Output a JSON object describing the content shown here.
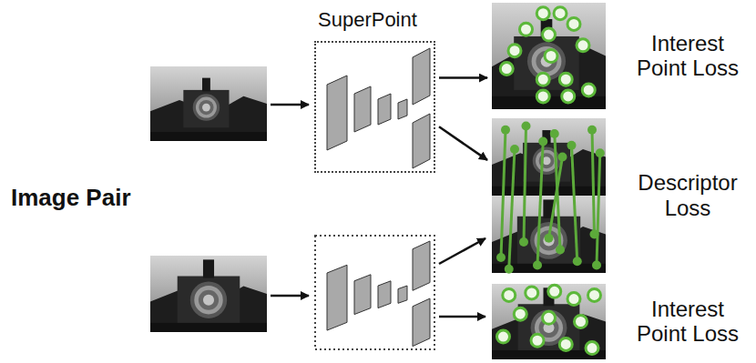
{
  "diagram": {
    "nodes": [
      {
        "text": [
          "SuperPoint"
        ]
      },
      {
        "text": [
          "Interest Point Loss"
        ]
      },
      {
        "text": [
          "Descriptor Loss"
        ]
      },
      {
        "text": [
          "Interest Point Loss"
        ]
      }
    ],
    "edges": [
      {
        "from": 0,
        "to": 1,
        "arrow": "to"
      },
      {
        "from": 0,
        "to": 2,
        "arrow": "to"
      }
    ],
    "labels": [
      "Image Pair"
    ]
  }
}
